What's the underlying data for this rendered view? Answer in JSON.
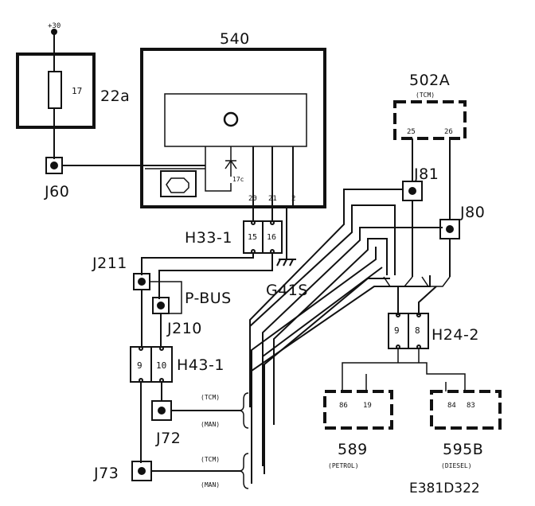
{
  "supply": {
    "label": "+30"
  },
  "fuse": {
    "code": "22a",
    "number": "17"
  },
  "modules": {
    "engine": {
      "code": "540",
      "pins": [
        "20",
        "21",
        "2"
      ],
      "diode_label": "17c"
    },
    "tcm": {
      "code": "502A",
      "sub": "(TCM)",
      "pins": [
        "25",
        "26"
      ]
    },
    "petrol": {
      "code": "589",
      "sub": "(PETROL)",
      "pins": [
        "86",
        "19"
      ]
    },
    "diesel": {
      "code": "595B",
      "sub": "(DIESEL)",
      "pins": [
        "84",
        "83"
      ]
    }
  },
  "connectors": {
    "h33": {
      "code": "H33-1",
      "pins": [
        "15",
        "16"
      ]
    },
    "h43": {
      "code": "H43-1",
      "pins": [
        "9",
        "10"
      ]
    },
    "h24": {
      "code": "H24-2",
      "pins": [
        "9",
        "8"
      ]
    }
  },
  "junctions": {
    "j60": "J60",
    "j211": "J211",
    "j210": "J210",
    "j72": "J72",
    "j73": "J73",
    "j81": "J81",
    "j80": "J80"
  },
  "ground": {
    "code": "G41S"
  },
  "bus": {
    "label": "P-BUS"
  },
  "variants": {
    "tcm": "(TCM)",
    "man": "(MAN)"
  },
  "reference": "E381D322"
}
